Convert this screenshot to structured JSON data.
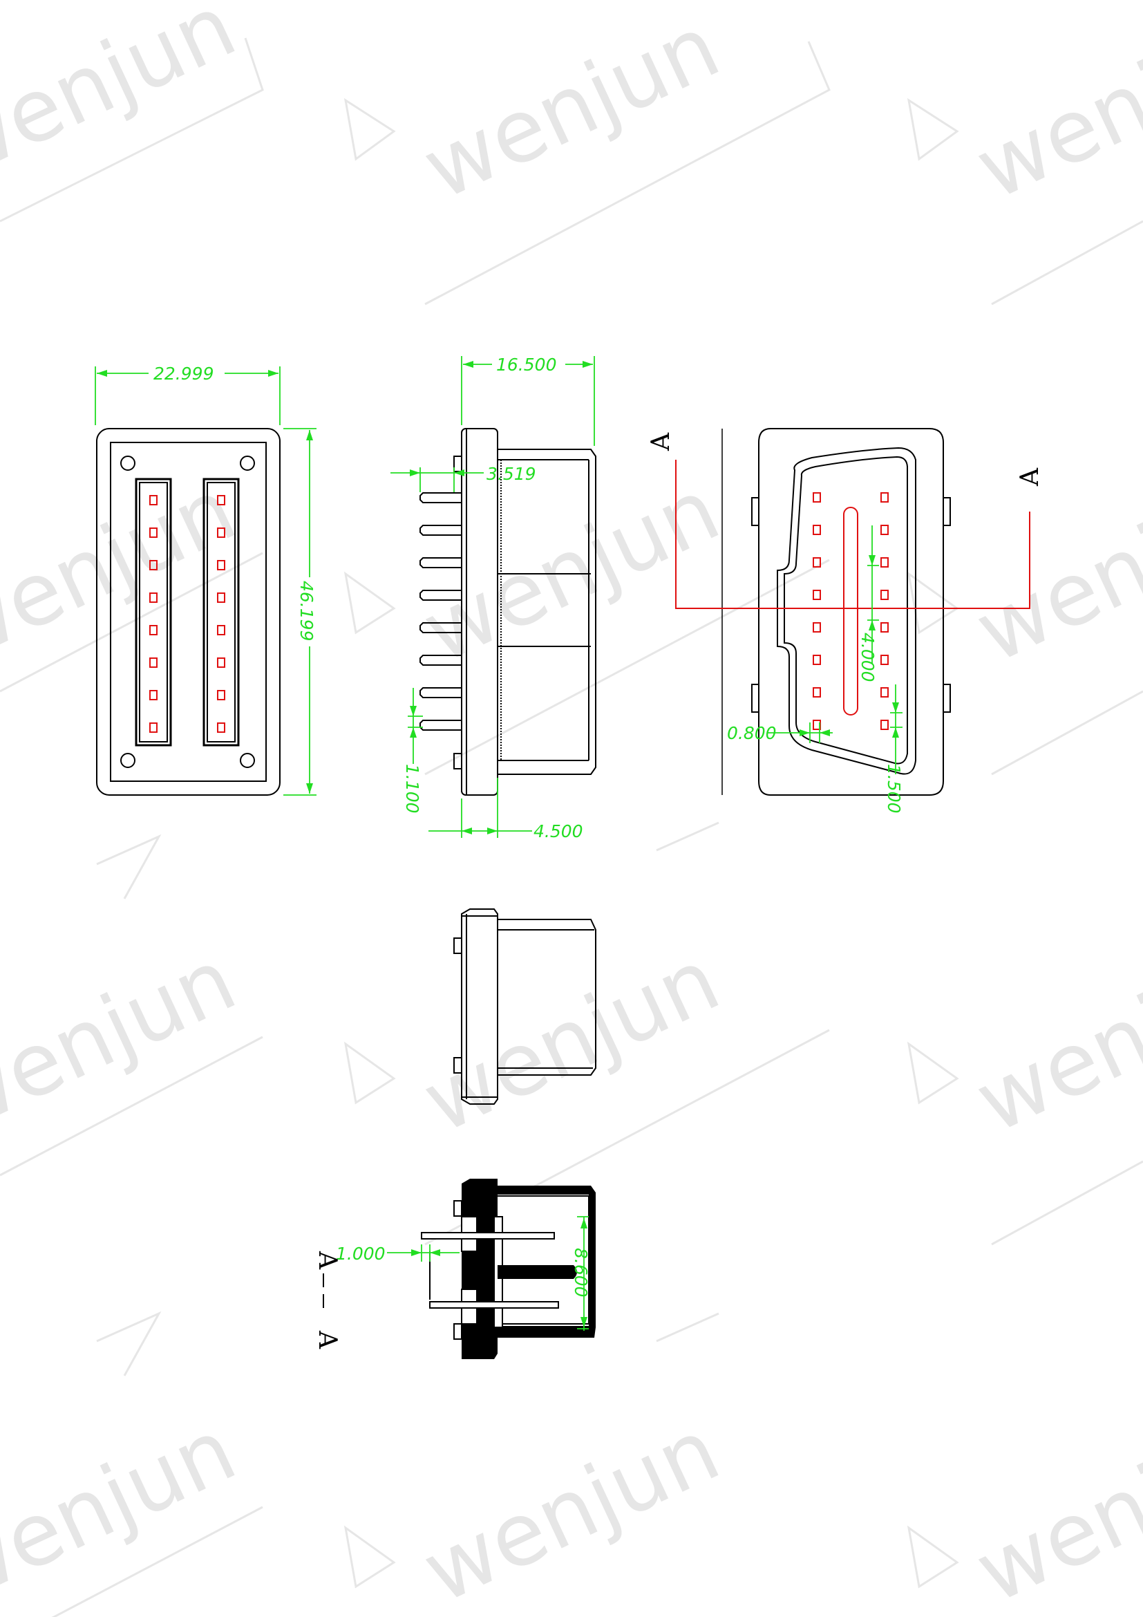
{
  "watermark": {
    "text": "wenjun",
    "color": "#e6e6e6"
  },
  "colors": {
    "outline": "#000000",
    "dimension": "#22dd22",
    "pins": "#e01010",
    "section_line": "#e01010"
  },
  "front_view": {
    "dim_width": "22.999",
    "dim_height": "46.199"
  },
  "side_view": {
    "dim_depth": "16.500",
    "dim_pin_offset": "3.519",
    "dim_pin_width": "1.100",
    "dim_flange": "4.500"
  },
  "end_view": {
    "section_label_left": "A",
    "section_label_right": "A",
    "dim_slot_pitch": "4.000",
    "dim_pin_gap": "0.800",
    "dim_pin_size": "1.500"
  },
  "section_view": {
    "label": "A--A",
    "label_top": "A",
    "label_bottom": "A",
    "dim_pin": "1.000",
    "dim_depth": "8.600"
  }
}
